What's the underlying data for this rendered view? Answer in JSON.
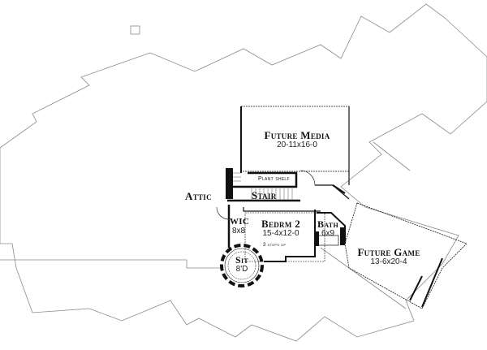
{
  "plan": {
    "rooms": [
      {
        "name": "Future Media",
        "dims": "20-11x16-0"
      },
      {
        "name": "Attic"
      },
      {
        "name": "Stair"
      },
      {
        "name": "Plant shelf"
      },
      {
        "name": "WIC",
        "dims": "8x8"
      },
      {
        "name": "Bedrm 2",
        "dims": "15-4x12-0"
      },
      {
        "name": "Bath",
        "dims": "6x9"
      },
      {
        "name": "Sit",
        "dims": "8'D"
      },
      {
        "name": "Future Game",
        "dims": "13-6x20-4"
      }
    ],
    "notes": [
      "3 steps up"
    ],
    "colors": {
      "line": "#111111",
      "roof": "#888888"
    }
  }
}
